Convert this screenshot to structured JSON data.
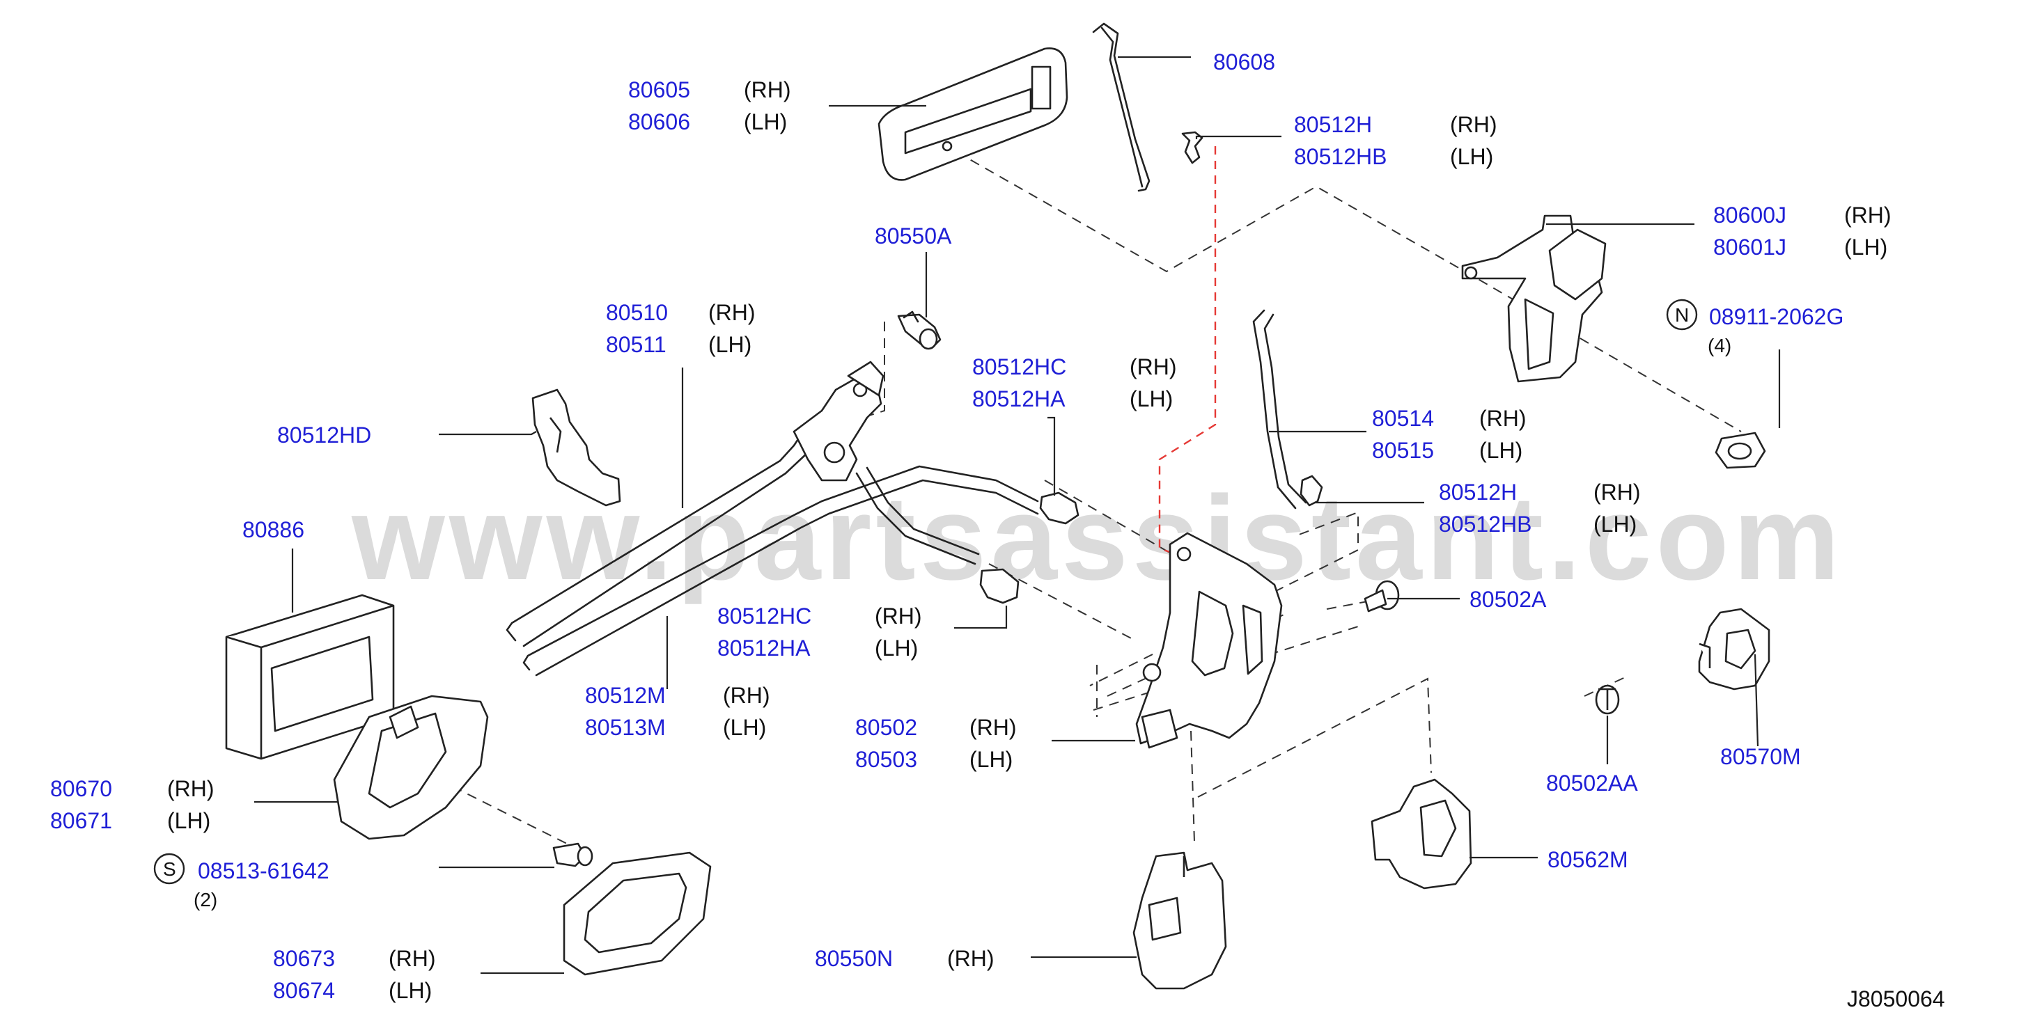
{
  "watermark": "www.partsassistant.com",
  "reference_code": "J8050064",
  "callouts": {
    "c80605": {
      "part": "80605",
      "side": "(RH)"
    },
    "c80606": {
      "part": "80606",
      "side": "(LH)"
    },
    "c80608": {
      "part": "80608"
    },
    "c80512H_top": {
      "part": "80512H",
      "side": "(RH)"
    },
    "c80512HB_top": {
      "part": "80512HB",
      "side": "(LH)"
    },
    "c80600J": {
      "part": "80600J",
      "side": "(RH)"
    },
    "c80601J": {
      "part": "80601J",
      "side": "(LH)"
    },
    "c08911": {
      "symbol": "N",
      "part": "08911-2062G",
      "qty": "(4)"
    },
    "c80550A": {
      "part": "80550A"
    },
    "c80510": {
      "part": "80510",
      "side": "(RH)"
    },
    "c80511": {
      "part": "80511",
      "side": "(LH)"
    },
    "c80512HC_a": {
      "part": "80512HC",
      "side": "(RH)"
    },
    "c80512HA_a": {
      "part": "80512HA",
      "side": "(LH)"
    },
    "c80512HD": {
      "part": "80512HD"
    },
    "c80514": {
      "part": "80514",
      "side": "(RH)"
    },
    "c80515": {
      "part": "80515",
      "side": "(LH)"
    },
    "c80512H_mid": {
      "part": "80512H",
      "side": "(RH)"
    },
    "c80512HB_mid": {
      "part": "80512HB",
      "side": "(LH)"
    },
    "c80886": {
      "part": "80886"
    },
    "c80502A": {
      "part": "80502A"
    },
    "c80512HC_b": {
      "part": "80512HC",
      "side": "(RH)"
    },
    "c80512HA_b": {
      "part": "80512HA",
      "side": "(LH)"
    },
    "c80512M": {
      "part": "80512M",
      "side": "(RH)"
    },
    "c80513M": {
      "part": "80513M",
      "side": "(LH)"
    },
    "c80502": {
      "part": "80502",
      "side": "(RH)"
    },
    "c80503": {
      "part": "80503",
      "side": "(LH)"
    },
    "c80570M": {
      "part": "80570M"
    },
    "c80502AA": {
      "part": "80502AA"
    },
    "c80670": {
      "part": "80670",
      "side": "(RH)"
    },
    "c80671": {
      "part": "80671",
      "side": "(LH)"
    },
    "c08513": {
      "symbol": "S",
      "part": "08513-61642",
      "qty": "(2)"
    },
    "c80562M": {
      "part": "80562M"
    },
    "c80673": {
      "part": "80673",
      "side": "(RH)"
    },
    "c80674": {
      "part": "80674",
      "side": "(LH)"
    },
    "c80550N": {
      "part": "80550N",
      "side": "(RH)"
    }
  }
}
